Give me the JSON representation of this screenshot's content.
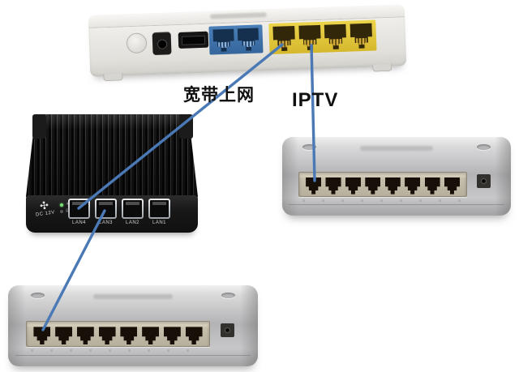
{
  "figure": {
    "type": "network-connection-diagram",
    "background_color": "#ffffff"
  },
  "connections": {
    "broadband_label": "宽带上网",
    "iptv_label": "IPTV",
    "cable_color": "#4a79b6"
  },
  "modem_router": {
    "description": "white modem router rear panel",
    "icons": [
      "power-button-icon",
      "dc-jack-icon",
      "usb-port-icon",
      "dsl-port-icon",
      "lan-port-icon"
    ],
    "wan_port_color": "#3b70aa",
    "lan_port_color": "#ddbf35",
    "wan_port_count": 2,
    "lan_port_count": 4
  },
  "gateway": {
    "description": "black fanless mini pc gateway",
    "power_label": "DC 12V",
    "emblem_icon": "✣",
    "led_glyph_power": "☀",
    "led_glyph_disk": "▤",
    "lan_ports": [
      "LAN4",
      "LAN3",
      "LAN2",
      "LAN1"
    ]
  },
  "switches": {
    "description": "silver 8-port ethernet switch",
    "port_count": 8,
    "body_color": "#c2c2c4",
    "panel_color": "#beb7a4"
  }
}
